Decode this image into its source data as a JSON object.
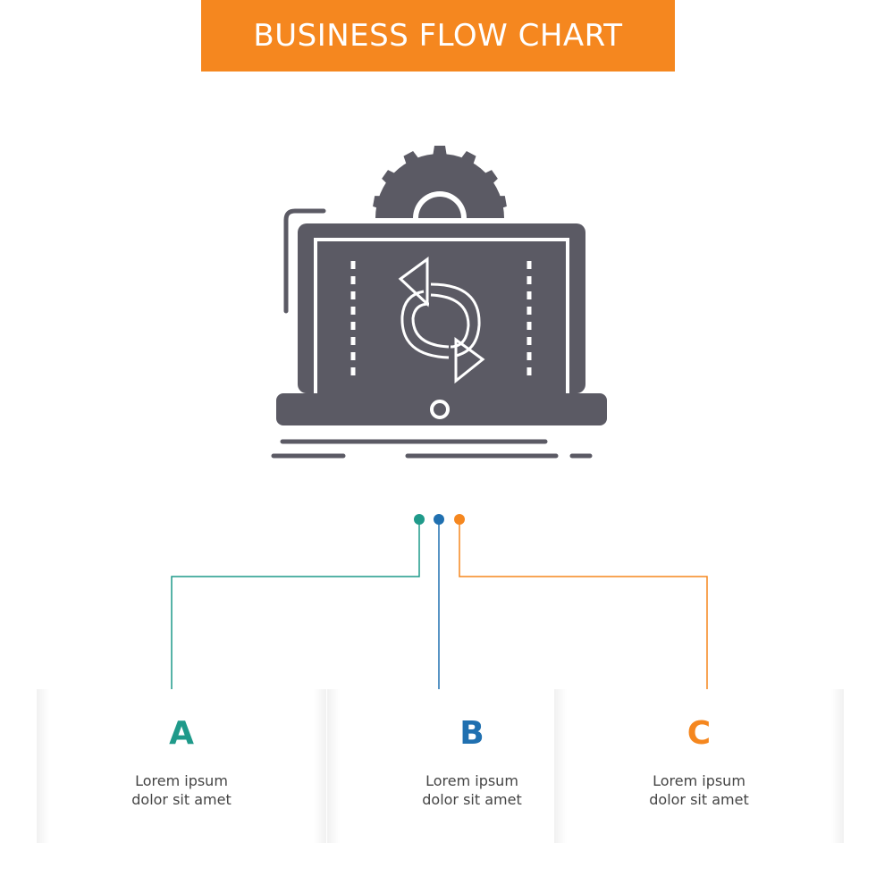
{
  "title": "BUSINESS FLOW CHART",
  "colors": {
    "banner": "#f5871f",
    "icon": "#5b5a64",
    "a": "#1f9a8a",
    "b": "#2070b0",
    "c": "#f5871f"
  },
  "icon": "laptop-sync-gear-icon",
  "steps": [
    {
      "letter": "A",
      "line1": "Lorem ipsum",
      "line2": "dolor sit amet"
    },
    {
      "letter": "B",
      "line1": "Lorem ipsum",
      "line2": "dolor sit amet"
    },
    {
      "letter": "C",
      "line1": "Lorem ipsum",
      "line2": "dolor sit amet"
    }
  ]
}
